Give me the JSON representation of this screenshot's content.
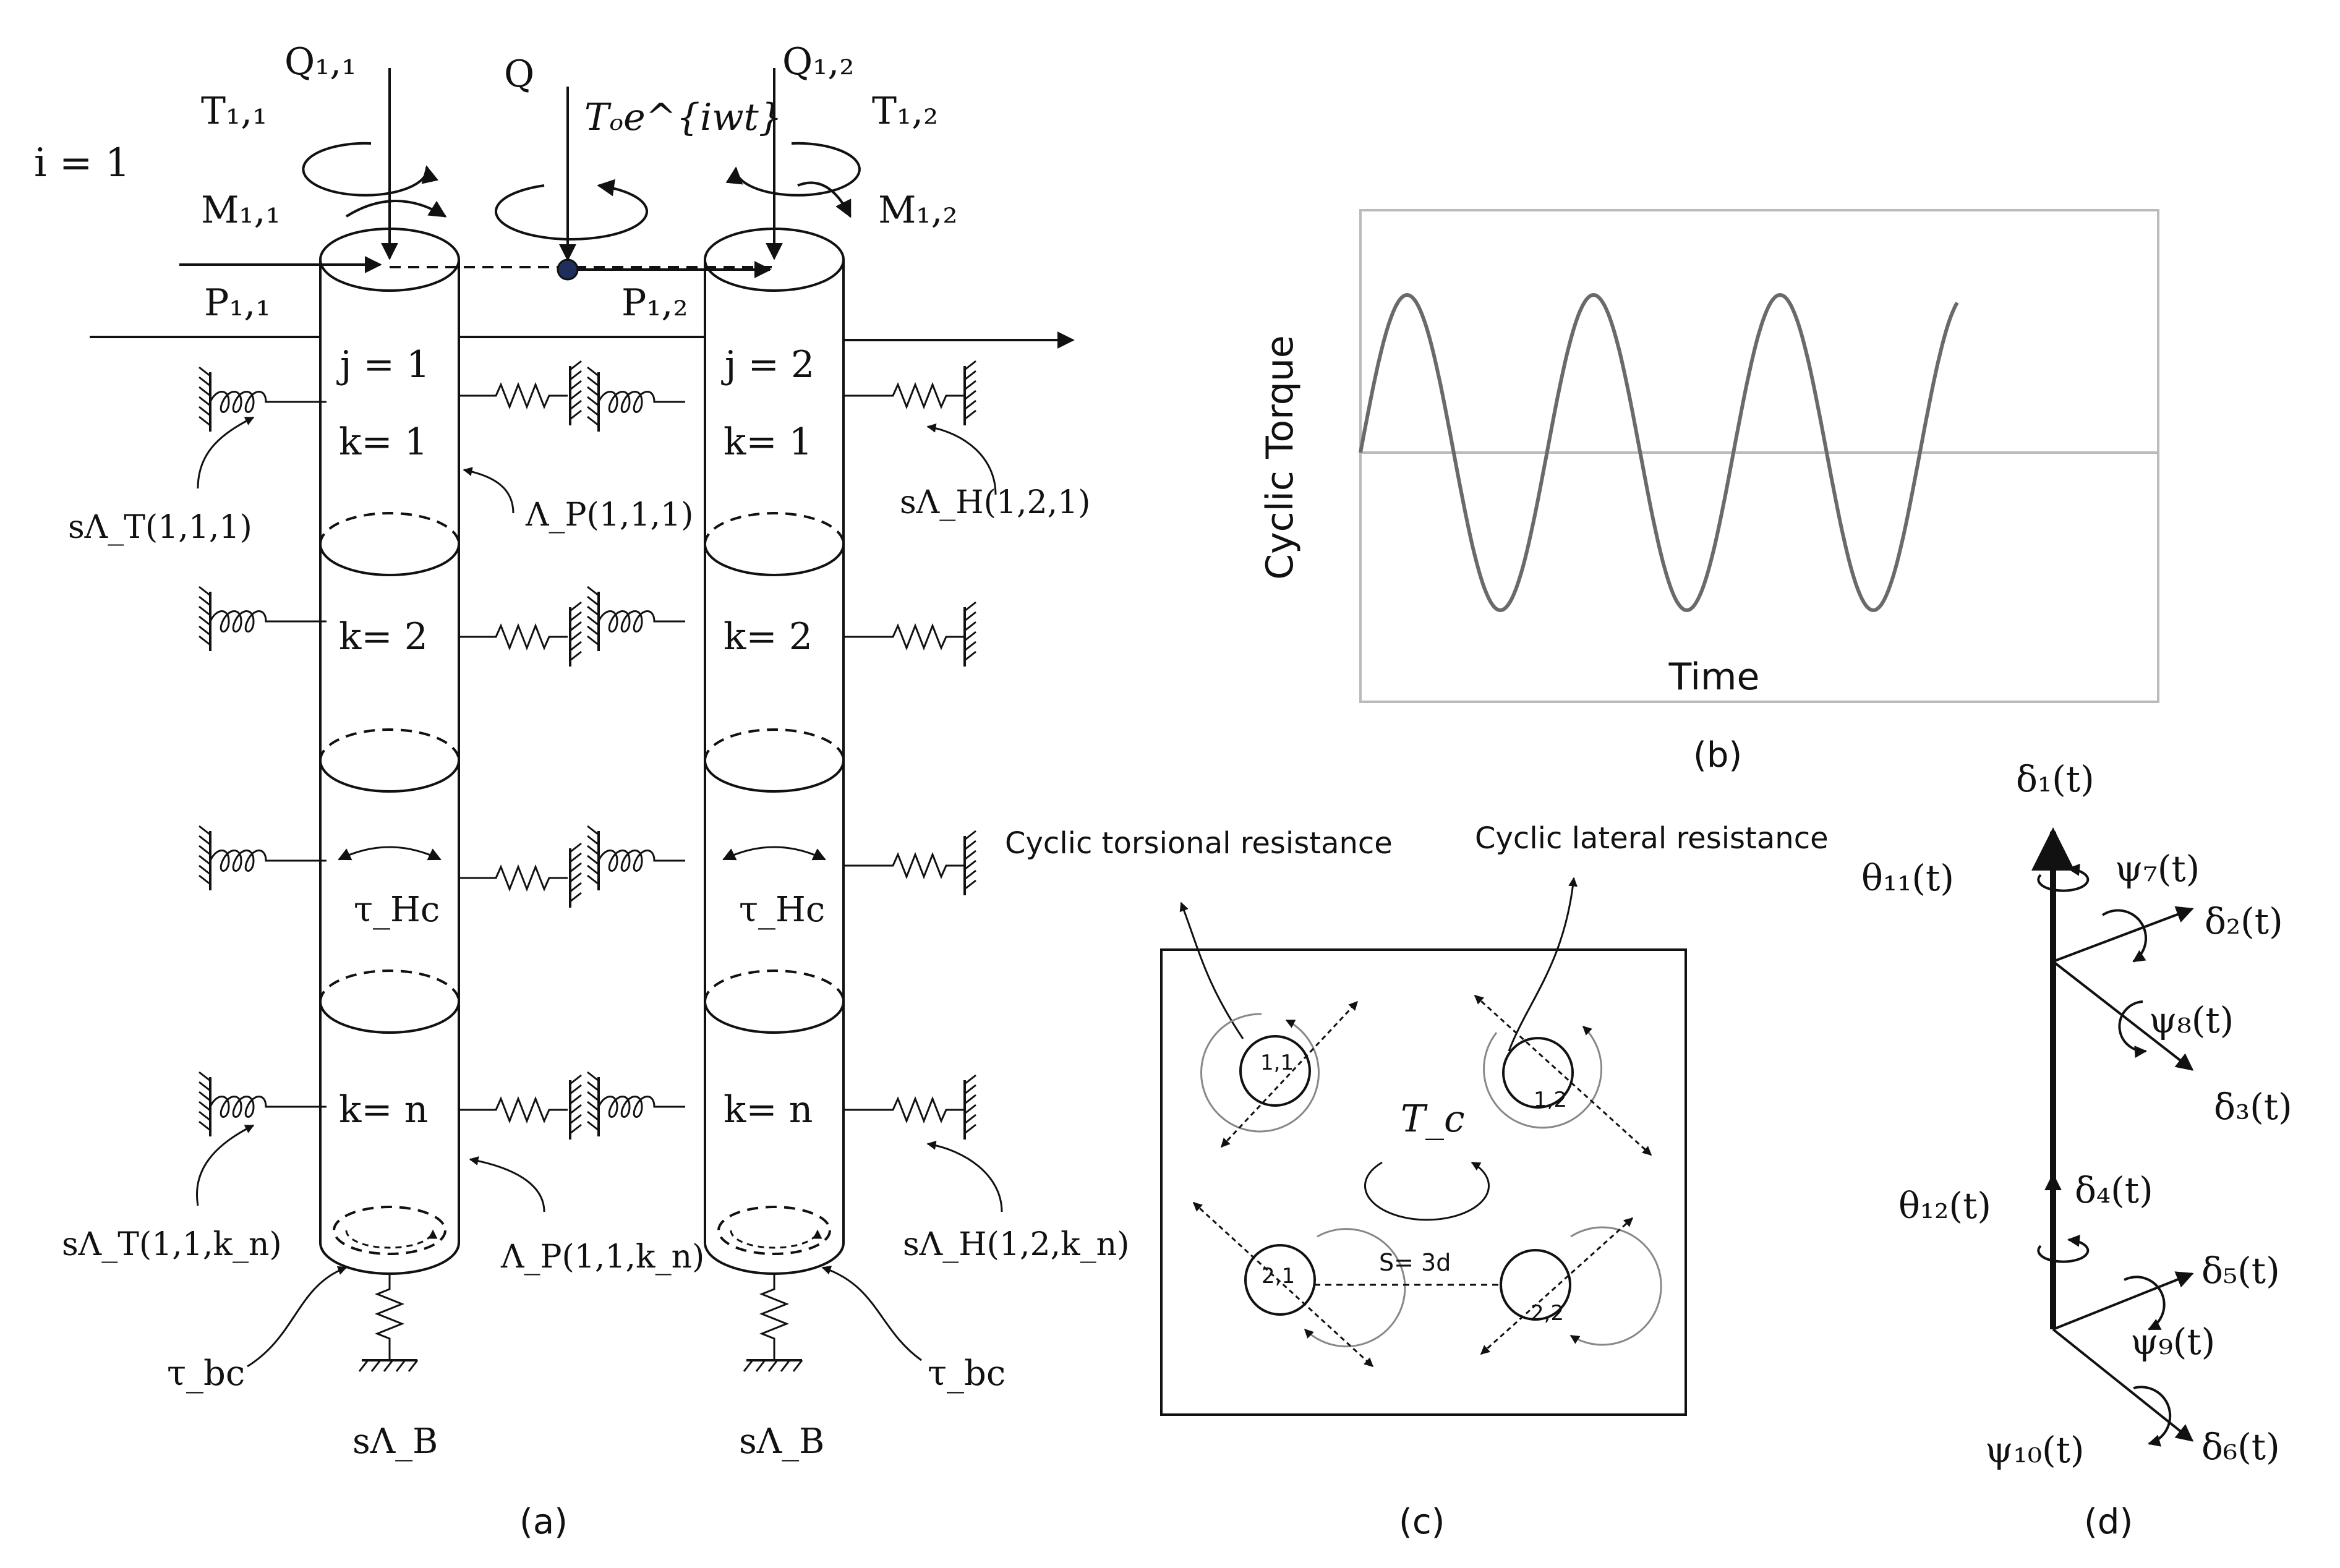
{
  "panel_a": {
    "caption": "(a)",
    "index_label": "i = 1",
    "loads": {
      "q11": "Q₁,₁",
      "t11": "T₁,₁",
      "m11": "M₁,₁",
      "p11": "P₁,₁",
      "q": "Q",
      "torque": "Tₒe^{iwt}",
      "q12": "Q₁,₂",
      "t12": "T₁,₂",
      "m12": "M₁,₂",
      "p12": "P₁,₂"
    },
    "pile1": {
      "j": "j = 1",
      "k1": "k= 1",
      "k2": "k= 2",
      "kn": "k= n"
    },
    "pile2": {
      "j": "j = 2",
      "k1": "k= 1",
      "k2": "k= 2",
      "kn": "k= n"
    },
    "tau_hc": "τ_Hc",
    "tau_bc": "τ_bc",
    "springs": {
      "t_top": "sΛ_T(1,1,1)",
      "p_top": "Λ_P(1,1,1)",
      "h_top": "sΛ_H(1,2,1)",
      "t_bot": "sΛ_T(1,1,k_n)",
      "p_bot": "Λ_P(1,1,k_n)",
      "h_bot": "sΛ_H(1,2,k_n)",
      "base": "sΛ_B"
    }
  },
  "panel_b": {
    "caption": "(b)",
    "ylabel": "Cyclic Torque",
    "xlabel": "Time"
  },
  "panel_c": {
    "caption": "(c)",
    "torsional": "Cyclic torsional resistance",
    "lateral": "Cyclic lateral resistance",
    "tc": "T_c",
    "spacing": "S= 3d",
    "piles": [
      "1,1",
      "1,2",
      "2,1",
      "2,2"
    ]
  },
  "panel_d": {
    "caption": "(d)",
    "labels": {
      "d1": "δ₁(t)",
      "th11": "θ₁₁(t)",
      "p7": "ψ₇(t)",
      "d2": "δ₂(t)",
      "p8": "ψ₈(t)",
      "d3": "δ₃(t)",
      "th12": "θ₁₂(t)",
      "d4": "δ₄(t)",
      "d5": "δ₅(t)",
      "p9": "ψ₉(t)",
      "p10": "ψ₁₀(t)",
      "d6": "δ₆(t)"
    }
  },
  "colors": {
    "ink": "#111111",
    "frame": "#bbbbbb",
    "curve": "#6a6a6a",
    "node": "#1f2f5c"
  }
}
